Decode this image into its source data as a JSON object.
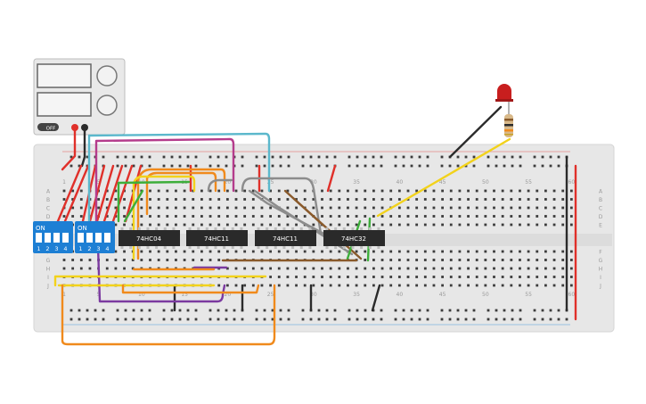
{
  "power_supply": {
    "switch_label": "OFF"
  },
  "breadboard": {
    "row_letters_top": [
      "A",
      "B",
      "C",
      "D",
      "E"
    ],
    "row_letters_bottom": [
      "F",
      "G",
      "H",
      "I",
      "J"
    ],
    "column_numbers": [
      "1",
      "5",
      "10",
      "15",
      "20",
      "25",
      "30",
      "35",
      "40",
      "45",
      "50",
      "55",
      "60"
    ]
  },
  "dip_switches": [
    {
      "on_label": "ON",
      "positions": [
        "1",
        "2",
        "3",
        "4"
      ]
    },
    {
      "on_label": "ON",
      "positions": [
        "1",
        "2",
        "3",
        "4"
      ]
    }
  ],
  "chips": [
    {
      "label": "74HC04"
    },
    {
      "label": "74HC11"
    },
    {
      "label": "74HC11"
    },
    {
      "label": "74HC32"
    }
  ],
  "colors": {
    "red": "#e0302a",
    "black": "#2b2b2b",
    "blue": "#1d7fd4",
    "orange": "#f08a1c",
    "yellow": "#f2d21b",
    "green": "#3dae3a",
    "purple": "#7b3aa0",
    "magenta": "#b43c8c",
    "cyan": "#5bb8cc",
    "gray": "#8c8c8c",
    "brown": "#8a5a2b",
    "led": "#c81e1e"
  }
}
